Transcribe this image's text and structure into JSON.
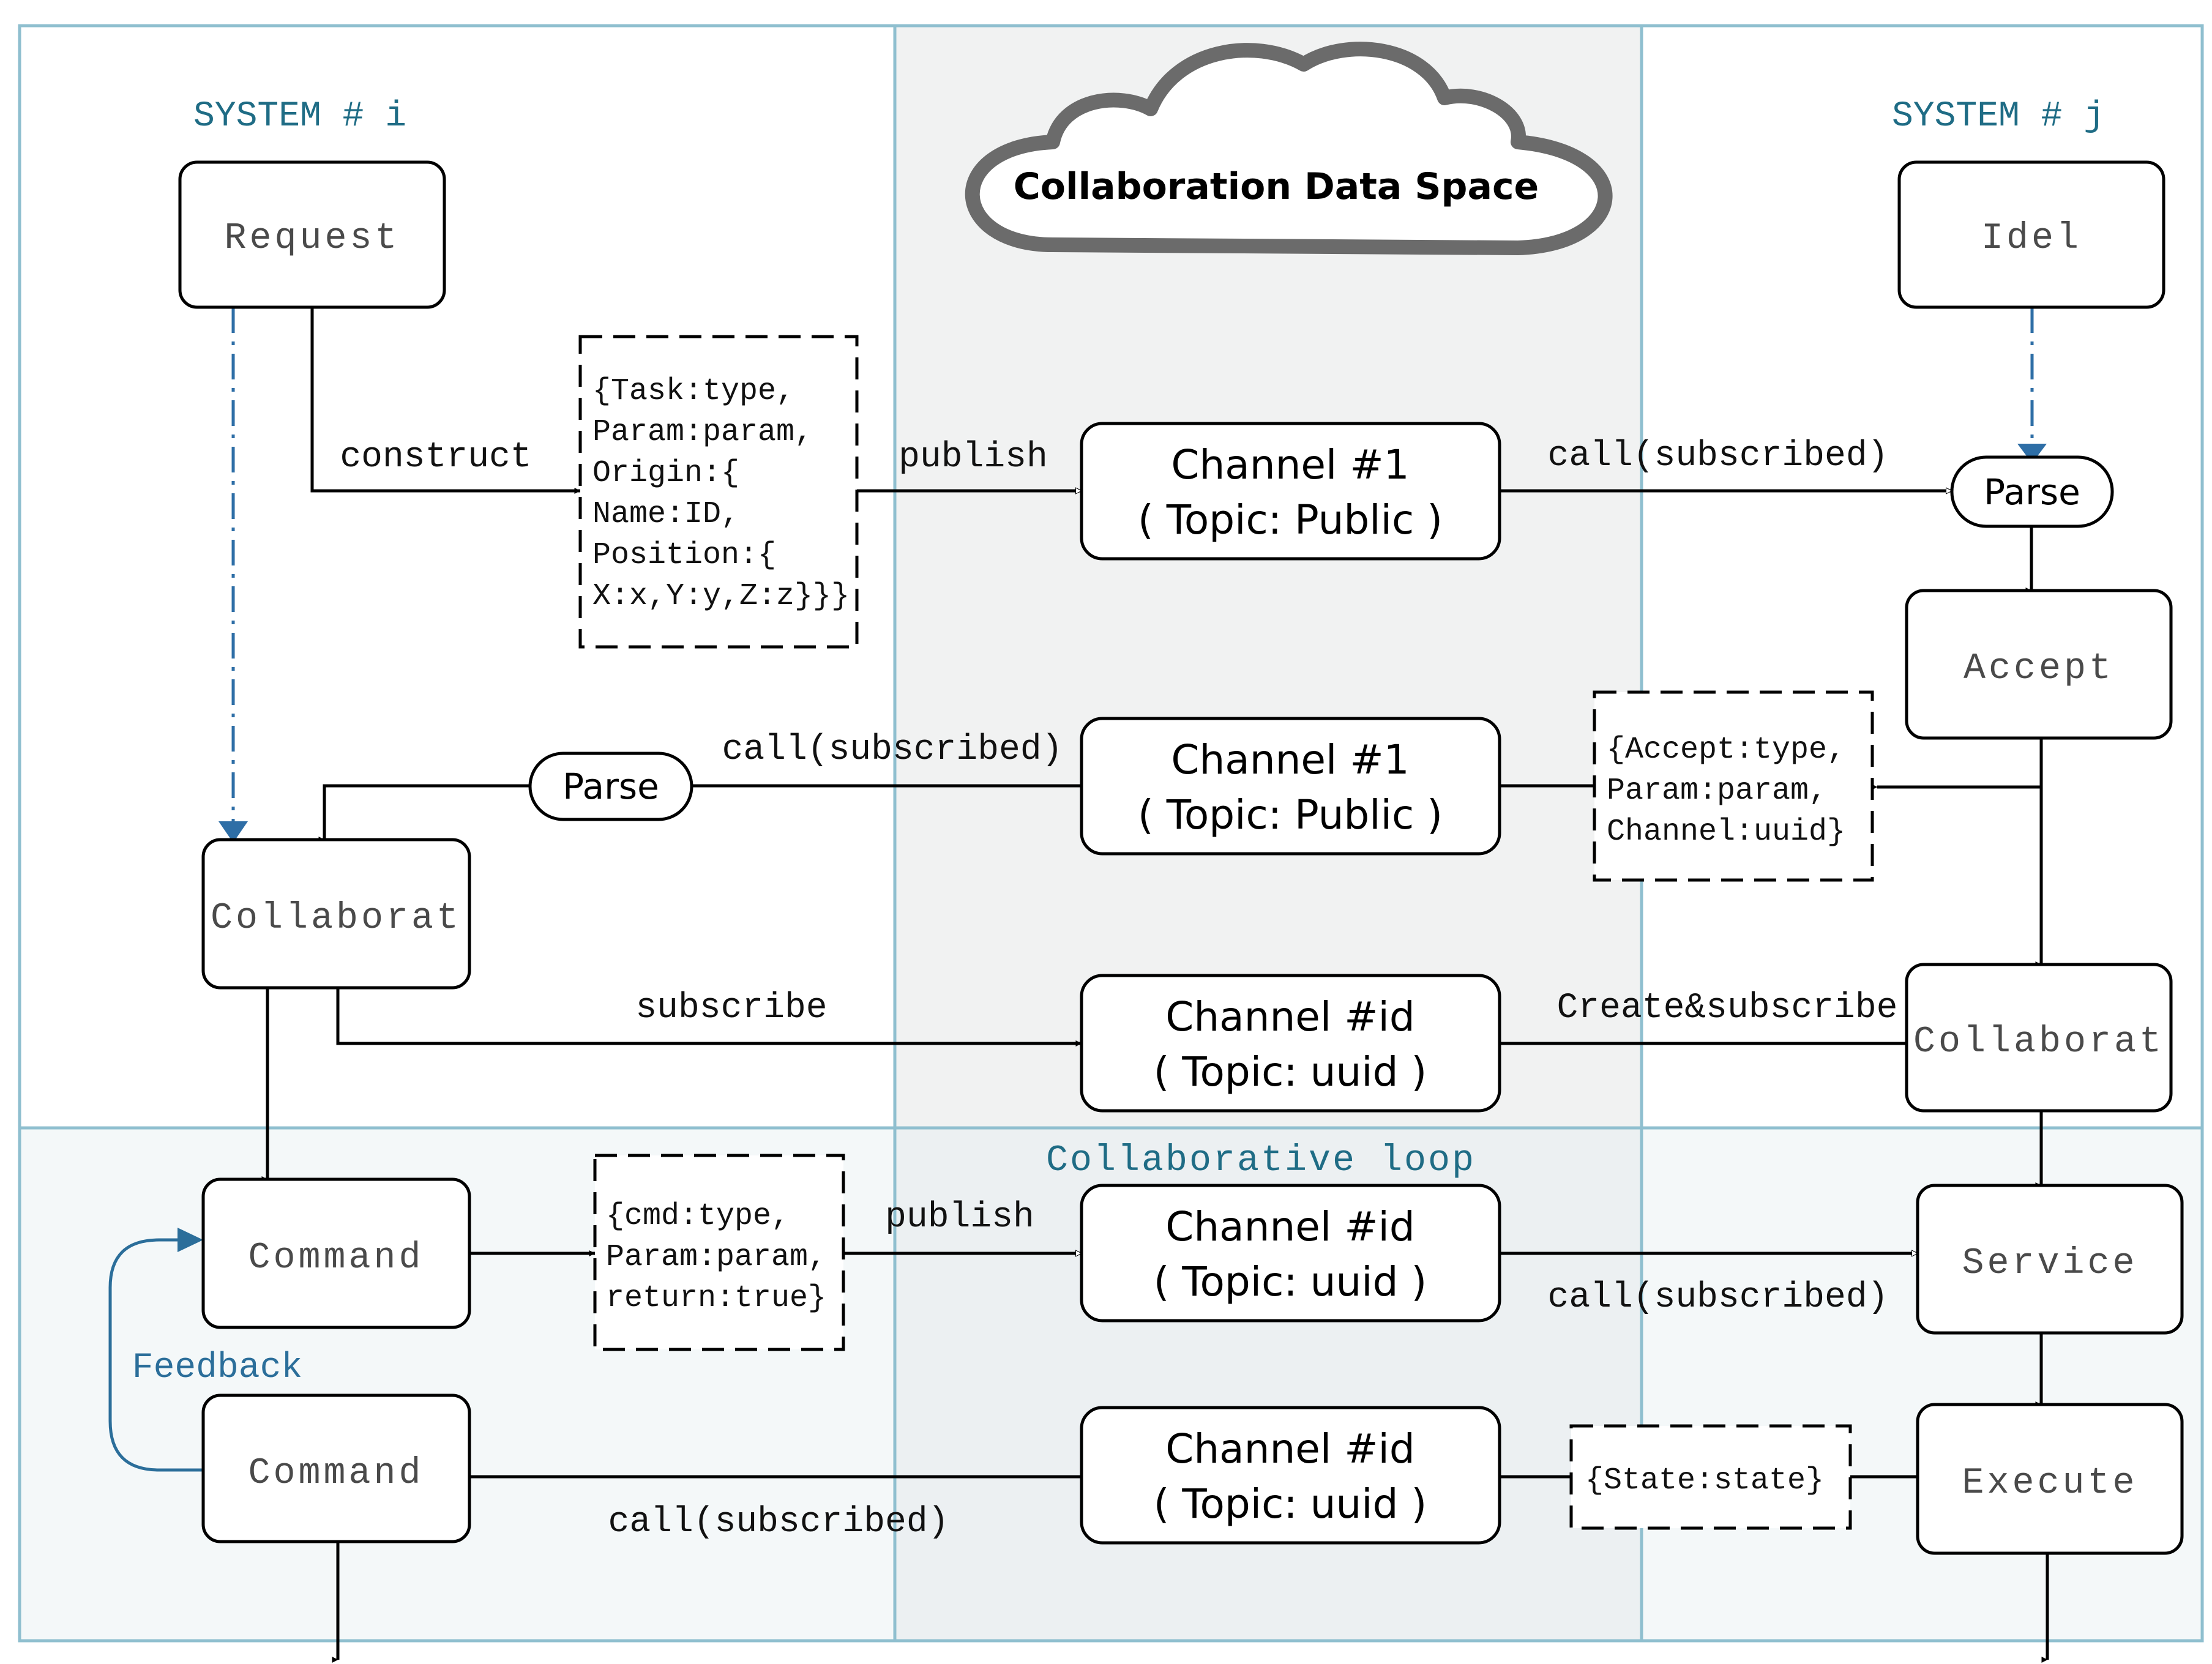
{
  "systems": {
    "left": "SYSTEM # i",
    "right": "SYSTEM # j"
  },
  "cloud": {
    "label": "Collaboration Data Space"
  },
  "loop": {
    "label": "Collaborative loop"
  },
  "states": {
    "request": "Request",
    "idel": "Idel",
    "accept": "Accept",
    "collab_left": "Collaborat",
    "collab_right": "Collaborat",
    "command_top": "Command",
    "command_bottom": "Command",
    "service": "Service",
    "execute": "Execute"
  },
  "parse": {
    "right": "Parse",
    "left": "Parse"
  },
  "channels": {
    "c1": {
      "name": "Channel #1",
      "topic": "( Topic: Public )"
    },
    "c2": {
      "name": "Channel #1",
      "topic": "( Topic: Public )"
    },
    "cid1": {
      "name": "Channel #id",
      "topic": "( Topic: uuid )"
    },
    "cid2": {
      "name": "Channel #id",
      "topic": "( Topic: uuid )"
    },
    "cid3": {
      "name": "Channel #id",
      "topic": "( Topic: uuid )"
    }
  },
  "notes": {
    "task": [
      "{Task:type,",
      "Param:param,",
      "Origin:{",
      "Name:ID,",
      "Position:{",
      "X:x,Y:y,Z:z}}}"
    ],
    "accept": [
      "{Accept:type,",
      "Param:param,",
      "Channel:uuid}"
    ],
    "cmd": [
      "{cmd:type,",
      "Param:param,",
      "return:true}"
    ],
    "state": [
      "{State:state}"
    ]
  },
  "labels": {
    "construct": "construct",
    "publish1": "publish",
    "call1": "call(subscribed)",
    "call2": "call(subscribed)",
    "subscribe": "subscribe",
    "create_subscribe": "Create&subscribe",
    "publish2": "publish",
    "call3": "call(subscribed)",
    "call4": "call(subscribed)",
    "feedback": "Feedback"
  },
  "colors": {
    "lane_border": "#8fbfcf",
    "center_fill": "#f1f2f2",
    "loop_fill": "#f4f8f9",
    "loop_center_fill": "#ecf0f2",
    "blue_dash": "#2e6ea6",
    "cloud_stroke": "#6b6b6b"
  }
}
